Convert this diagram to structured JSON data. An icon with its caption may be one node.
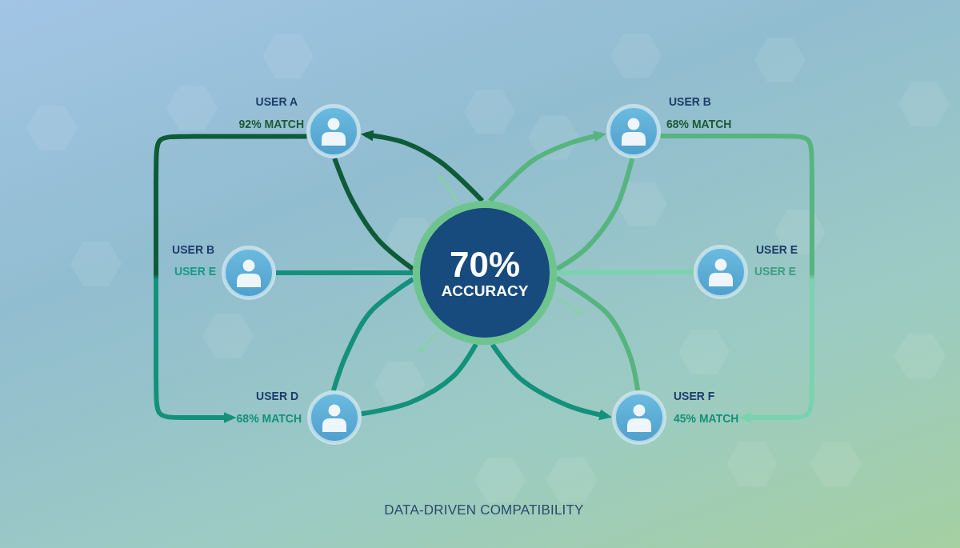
{
  "diagram": {
    "caption": "DATA-DRIVEN COMPATIBILITY",
    "nodes": [
      {
        "text": [
          "USER A"
        ],
        "beside": [
          "92% MATCH"
        ]
      },
      {
        "text": [
          "USER B"
        ],
        "beside": [
          "68% MATCH"
        ]
      },
      {
        "text": [
          "USER B"
        ],
        "beside": [
          "USER E"
        ]
      },
      {
        "text": [
          "70%",
          "ACCURACY"
        ]
      },
      {
        "text": [
          "USER E"
        ],
        "beside": [
          "USER E"
        ]
      },
      {
        "text": [
          "USER D"
        ],
        "beside": [
          "68% MATCH"
        ]
      },
      {
        "text": [
          "USER F"
        ],
        "beside": [
          "45% MATCH"
        ]
      }
    ],
    "edges": [
      {
        "from": 3,
        "to": 0,
        "arrow": "to",
        "color": "#0e5b37"
      },
      {
        "from": 0,
        "to": 3,
        "arrow": "none",
        "color": "#0e5b37"
      },
      {
        "from": 0,
        "to": 5,
        "arrow": "to",
        "color": "#0e5b37"
      },
      {
        "from": 2,
        "to": 3,
        "arrow": "none"
      },
      {
        "from": 3,
        "to": 1,
        "arrow": "to",
        "color": "#56b57f"
      },
      {
        "from": 1,
        "to": 3,
        "arrow": "none",
        "color": "#56b57f"
      },
      {
        "from": 1,
        "to": 6,
        "arrow": "to",
        "color": "#56b57f"
      },
      {
        "from": 4,
        "to": 3,
        "arrow": "none",
        "color": "#79d3ae"
      },
      {
        "from": 5,
        "to": 3,
        "arrow": "none"
      },
      {
        "from": 5,
        "to": 3,
        "arrow": "none"
      },
      {
        "from": 3,
        "to": 6,
        "arrow": "to"
      },
      {
        "from": 6,
        "to": 3,
        "arrow": "none",
        "color": "#56b57f"
      }
    ]
  }
}
